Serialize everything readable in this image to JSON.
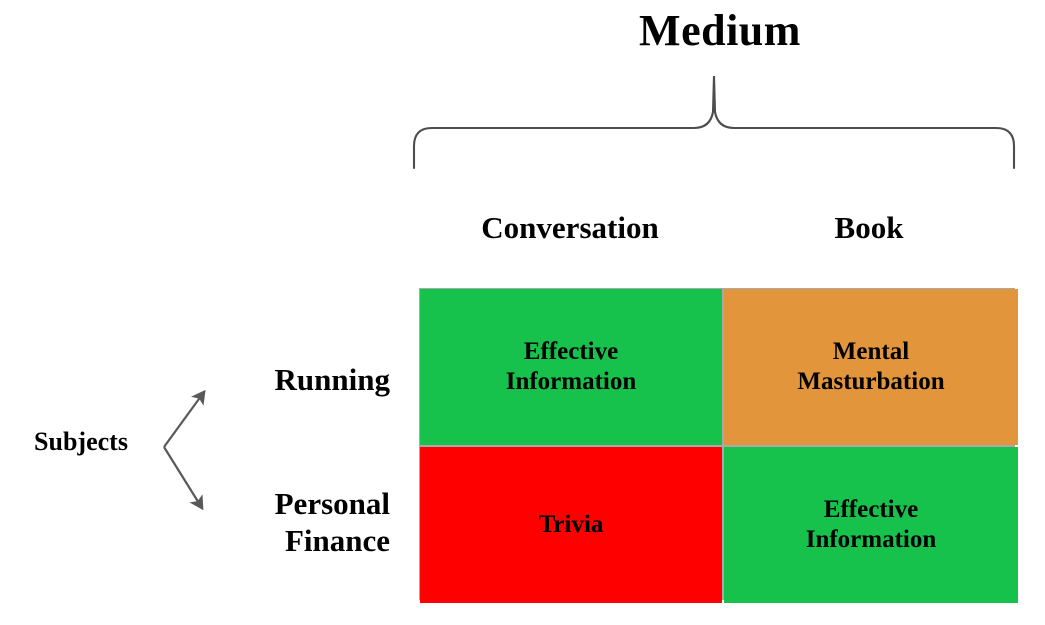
{
  "title": "Medium",
  "row_axis_label": "Subjects",
  "columns": [
    {
      "label": "Conversation"
    },
    {
      "label": "Book"
    }
  ],
  "rows": [
    {
      "label": "Running"
    },
    {
      "label": "Personal\nFinance"
    }
  ],
  "colors": {
    "green": "#16c24c",
    "orange": "#e3953b",
    "red": "#fe0000",
    "divider": "#a9a9a9",
    "text": "#000000",
    "background": "#ffffff",
    "brace": "#4d4d4d",
    "arrow": "#595959"
  },
  "cells": [
    {
      "row": "Running",
      "column": "Conversation",
      "text": "Effective\nInformation",
      "color": "#16c24c"
    },
    {
      "row": "Running",
      "column": "Book",
      "text": "Mental\nMasturbation",
      "color": "#e3953b"
    },
    {
      "row": "Personal Finance",
      "column": "Conversation",
      "text": "Trivia",
      "color": "#fe0000"
    },
    {
      "row": "Personal Finance",
      "column": "Book",
      "text": "Effective\nInformation",
      "color": "#16c24c"
    }
  ]
}
